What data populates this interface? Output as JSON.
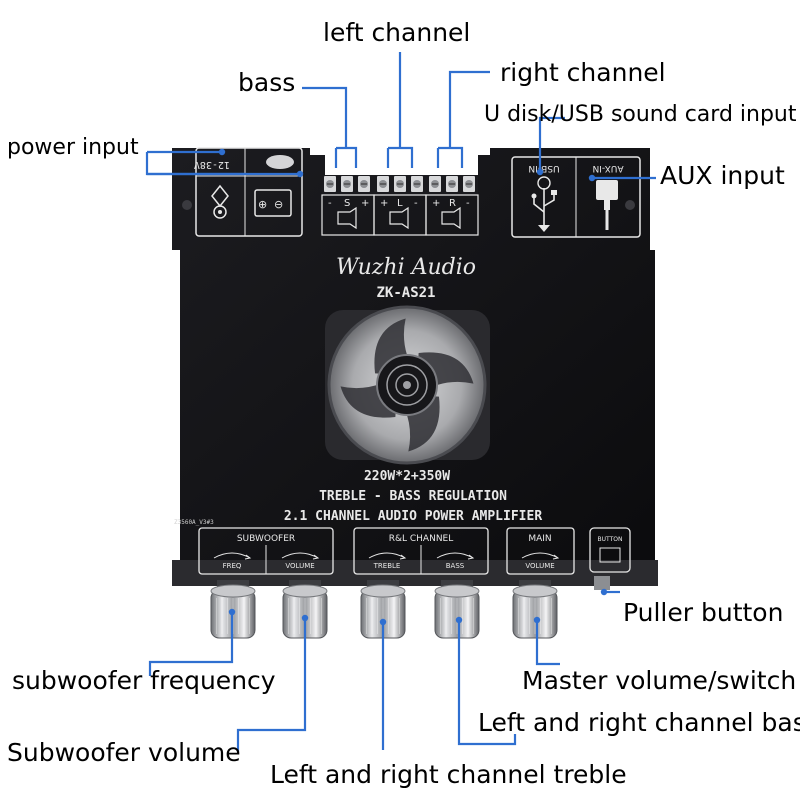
{
  "labels": {
    "left_channel": "left channel",
    "bass": "bass",
    "right_channel": "right channel",
    "usb_input": "U disk/USB sound card input",
    "power_input": "power input",
    "aux_input": "AUX input",
    "puller_button": "Puller button",
    "subwoofer_frequency": "subwoofer frequency",
    "master_volume": "Master volume/switch",
    "lr_bass": "Left and right channel bass",
    "subwoofer_volume": "Subwoofer volume",
    "lr_treble": "Left and right channel treble"
  },
  "board": {
    "brand": "Wuzhi Audio",
    "model": "ZK-AS21",
    "power_spec": "220W*2+350W",
    "line1": "TREBLE - BASS REGULATION",
    "line2": "2.1 CHANNEL AUDIO POWER AMPLIFIER",
    "version": "Z3560A_V3#3",
    "voltage": "12-38V",
    "usb_in": "USB-IN",
    "aux_in": "AUX-IN",
    "term_s_minus": "-",
    "term_s_letter": "S",
    "term_s_plus": "+",
    "term_l_plus": "+",
    "term_l_letter": "L",
    "term_l_minus": "-",
    "term_r_plus": "+",
    "term_r_letter": "R",
    "term_r_minus": "-",
    "dc_plus": "⊕",
    "dc_minus": "⊖",
    "group_subwoofer": "SUBWOOFER",
    "group_rl": "R&L CHANNEL",
    "group_main": "MAIN",
    "knob_freq": "FREQ",
    "knob_sub_volume": "VOLUME",
    "knob_treble": "TREBLE",
    "knob_bass": "BASS",
    "knob_main_volume": "VOLUME",
    "button_label": "BUTTON"
  },
  "colors": {
    "leader": "#2f6fd0",
    "board": "#111114",
    "print": "#e8e8e8"
  }
}
